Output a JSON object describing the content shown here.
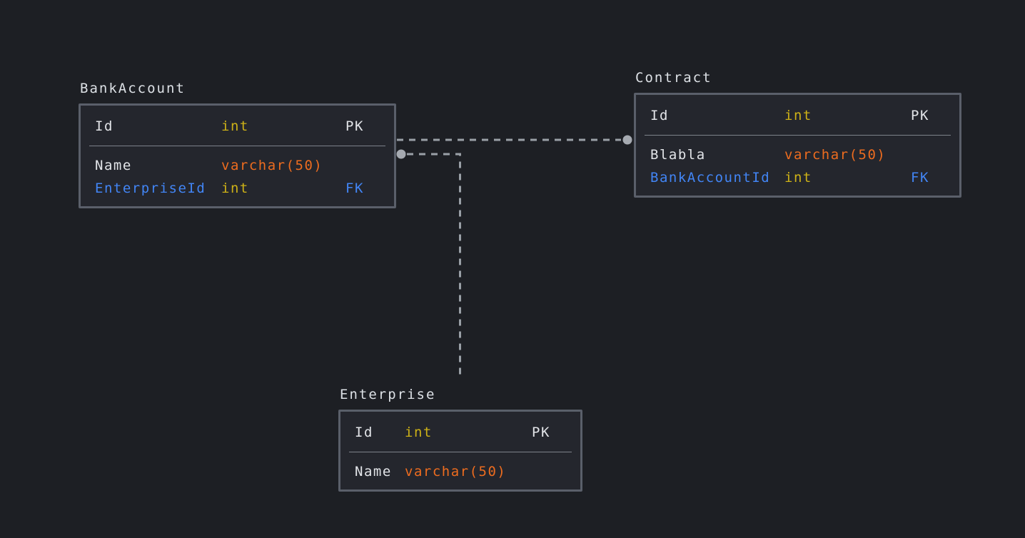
{
  "diagram": {
    "tables": [
      {
        "name": "BankAccount",
        "pk_rows": [
          {
            "name": "Id",
            "type": "int",
            "key": "PK"
          }
        ],
        "rows": [
          {
            "name": "Name",
            "type": "varchar(50)",
            "key": ""
          },
          {
            "name": "EnterpriseId",
            "type": "int",
            "key": "FK"
          }
        ]
      },
      {
        "name": "Contract",
        "pk_rows": [
          {
            "name": "Id",
            "type": "int",
            "key": "PK"
          }
        ],
        "rows": [
          {
            "name": "Blabla",
            "type": "varchar(50)",
            "key": ""
          },
          {
            "name": "BankAccountId",
            "type": "int",
            "key": "FK"
          }
        ]
      },
      {
        "name": "Enterprise",
        "pk_rows": [
          {
            "name": "Id",
            "type": "int",
            "key": "PK"
          }
        ],
        "rows": [
          {
            "name": "Name",
            "type": "varchar(50)",
            "key": ""
          }
        ]
      }
    ],
    "relationships": [
      {
        "from": "Contract",
        "to": "BankAccount",
        "dot_end": "Contract"
      },
      {
        "from": "BankAccount",
        "to": "Enterprise",
        "dot_end": "BankAccount"
      }
    ]
  },
  "colors": {
    "page_bg": "#1d1f24",
    "table_bg": "#24262d",
    "table_border": "#5a5f6a",
    "divider": "#7d828a",
    "text": "#e2e4e8",
    "title": "#dce0e5",
    "type_int": "#cdb117",
    "type_varchar": "#ed6c1f",
    "foreign_key": "#4285f5",
    "connector": "#9aa0a7",
    "connector_dot": "#a6aab1"
  }
}
